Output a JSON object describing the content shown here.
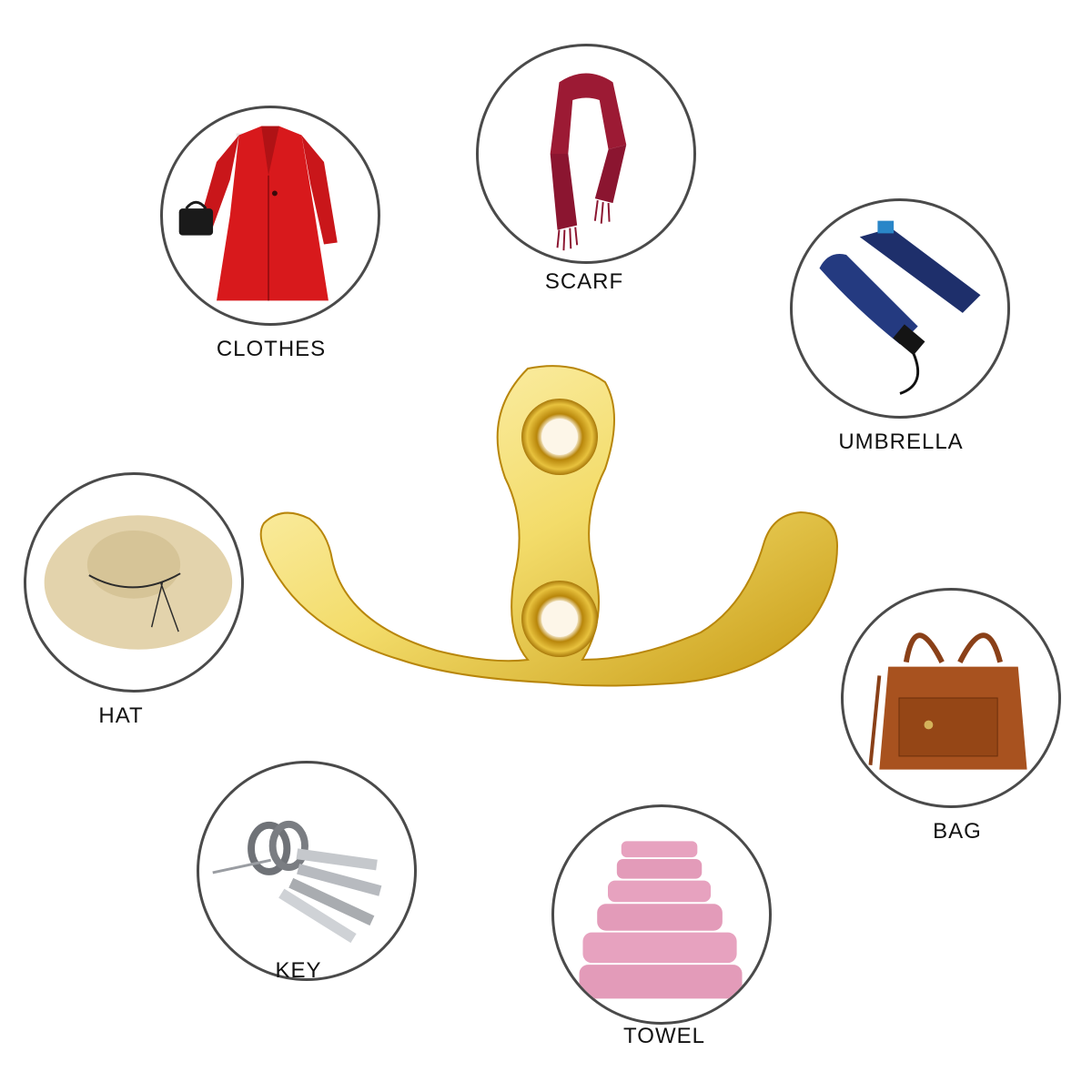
{
  "product": {
    "name": "double-prong-coat-hook",
    "icon": "hook-icon",
    "color_light": "#fff6c4",
    "color_mid": "#f3dc6a",
    "color_dark": "#c79a14"
  },
  "uses": [
    {
      "label": "CLOTHES",
      "icon": "coat-icon"
    },
    {
      "label": "SCARF",
      "icon": "scarf-icon"
    },
    {
      "label": "UMBRELLA",
      "icon": "umbrella-icon"
    },
    {
      "label": "HAT",
      "icon": "hat-icon"
    },
    {
      "label": "BAG",
      "icon": "bag-icon"
    },
    {
      "label": "KEY",
      "icon": "key-icon"
    },
    {
      "label": "TOWEL",
      "icon": "towel-icon"
    }
  ],
  "colors": {
    "ring": "#4a4a4a",
    "coat": "#d8191c",
    "scarf": "#9c1a34",
    "umbrella": "#1e2f6b",
    "hat": "#e3d3ac",
    "bag": "#a8521f",
    "key": "#8a8d92",
    "towel": "#e7a2bf"
  }
}
